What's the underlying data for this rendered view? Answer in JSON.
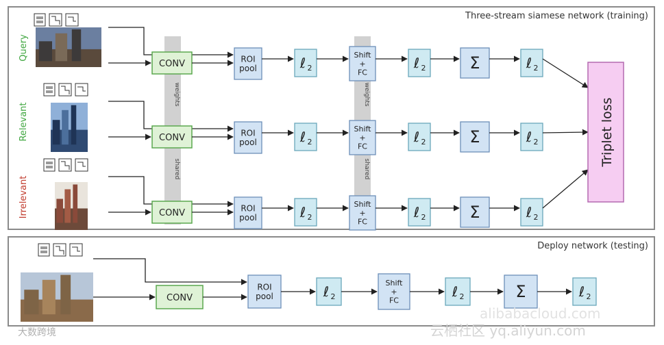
{
  "training": {
    "title": "Three-stream siamese network (training)",
    "streams": [
      {
        "label": "Query",
        "label_color": "#3fa63f"
      },
      {
        "label": "Relevant",
        "label_color": "#3fa63f"
      },
      {
        "label": "Irrelevant",
        "label_color": "#c0392b"
      }
    ],
    "shared_labels": {
      "top": "weights",
      "bottom": "shared"
    },
    "conv": "CONV",
    "roi": [
      "ROI",
      "pool"
    ],
    "l2": "ℓ",
    "l2_sub": "2",
    "shiftfc": [
      "Shift",
      "+",
      "FC"
    ],
    "sum": "Σ",
    "loss": "Triplet loss"
  },
  "deploy": {
    "title": "Deploy network (testing)",
    "conv": "CONV",
    "roi": [
      "ROI",
      "pool"
    ],
    "l2": "ℓ",
    "l2_sub": "2",
    "shiftfc": [
      "Shift",
      "+",
      "FC"
    ],
    "sum": "Σ"
  },
  "watermarks": {
    "left": "大数跨境",
    "right": "云栖社区 yq.aliyun.com",
    "right_faint": "alibabacloud.com"
  },
  "colors": {
    "conv_fill": "#dff2d6",
    "conv_stroke": "#5aa84e",
    "blue_fill": "#d2e3f4",
    "blue_stroke": "#6c8fb8",
    "l2_fill": "#cfeaf2",
    "l2_stroke": "#6aa7ba",
    "loss_fill": "#f6cdf2",
    "loss_stroke": "#b46ab0",
    "shared_band": "#c9c9c9"
  }
}
